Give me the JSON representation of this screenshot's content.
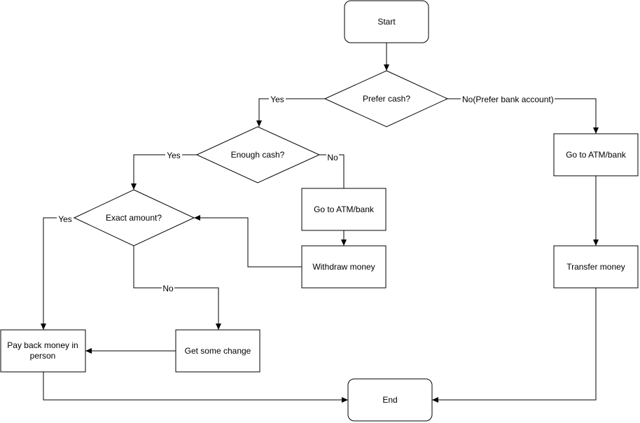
{
  "nodes": {
    "start": "Start",
    "prefer_cash": "Prefer cash?",
    "enough_cash": "Enough cash?",
    "exact_amount": "Exact amount?",
    "atm_left": "Go to ATM/bank",
    "withdraw": "Withdraw money",
    "change": "Get some change",
    "pay_back_line1": "Pay back money in",
    "pay_back_line2": "person",
    "atm_right": "Go to ATM/bank",
    "transfer": "Transfer money",
    "end": "End"
  },
  "edges": {
    "prefer_yes": "Yes",
    "prefer_no": "No(Prefer bank account)",
    "enough_yes": "Yes",
    "enough_no": "No",
    "exact_yes": "Yes",
    "exact_no": "No"
  }
}
